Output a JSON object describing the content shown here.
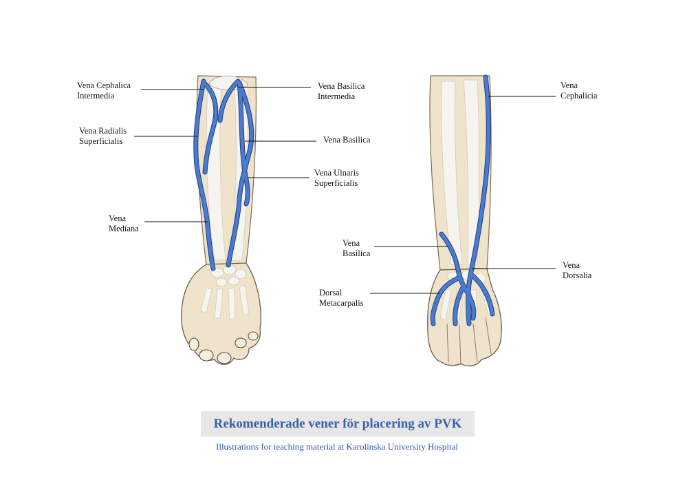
{
  "colors": {
    "vein": "#4a7bd0",
    "vein_outline": "#1f3f7a",
    "skin": "#efe3cb",
    "bone": "#f5f3ec",
    "title_color": "#3a5fa8",
    "title_bg": "#e7e7e7",
    "subtitle_color": "#2e55b3"
  },
  "left_arm": {
    "labels": [
      {
        "line1": "Vena Cephalica",
        "line2": "Intermedia"
      },
      {
        "line1": "Vena Radialis",
        "line2": "Superficialis"
      },
      {
        "line1": "Vena",
        "line2": "Mediana"
      },
      {
        "line1": "Vena Basilica",
        "line2": "Intermedia"
      },
      {
        "line1": "Vena Basilica",
        "line2": ""
      },
      {
        "line1": "Vena Ulnaris",
        "line2": "Superficialis"
      }
    ]
  },
  "right_arm": {
    "labels": [
      {
        "line1": "Vena",
        "line2": "Cephalicia"
      },
      {
        "line1": "Vena",
        "line2": "Basilica"
      },
      {
        "line1": "Vena",
        "line2": "Dorsalia"
      },
      {
        "line1": "Dorsal",
        "line2": "Metacarpalis"
      }
    ]
  },
  "caption": {
    "title": "Rekomenderade vener för placering av PVK",
    "subtitle": "Illustrations for teaching material at Karolinska University Hospital"
  }
}
